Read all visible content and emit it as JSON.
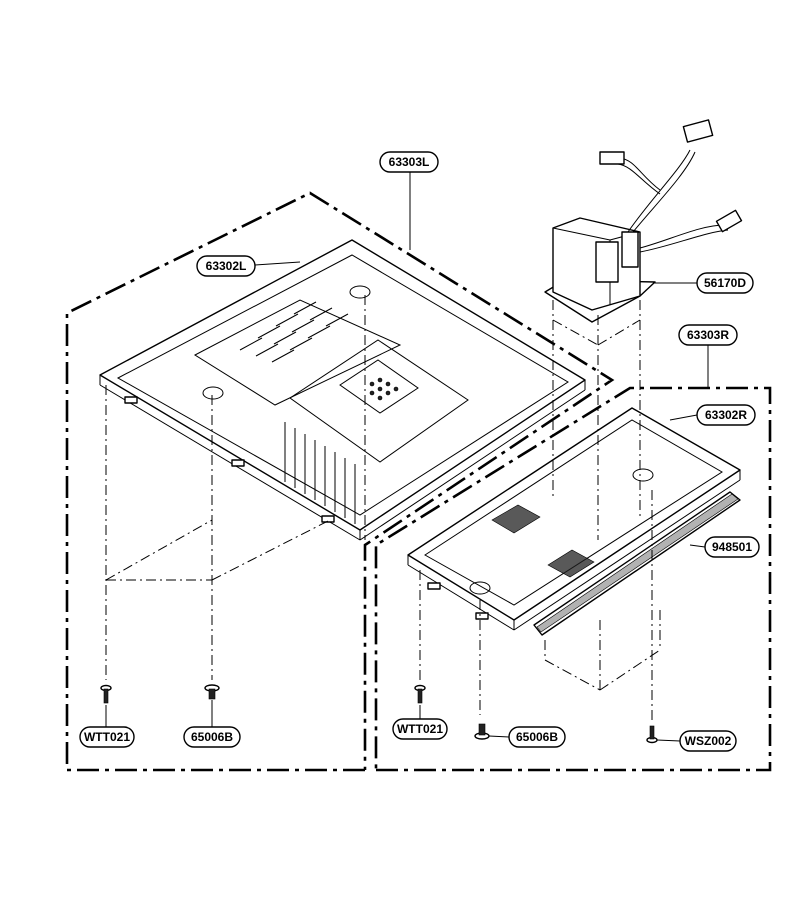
{
  "labels": {
    "l63303L": "63303L",
    "l63302L": "63302L",
    "l56170D": "56170D",
    "l63303R": "63303R",
    "l63302R": "63302R",
    "l948501": "948501",
    "lWTT021a": "WTT021",
    "l65006Ba": "65006B",
    "lWTT021b": "WTT021",
    "l65006Bb": "65006B",
    "lWSZ002": "WSZ002"
  },
  "colors": {
    "ink": "#000000",
    "paper": "#ffffff"
  }
}
